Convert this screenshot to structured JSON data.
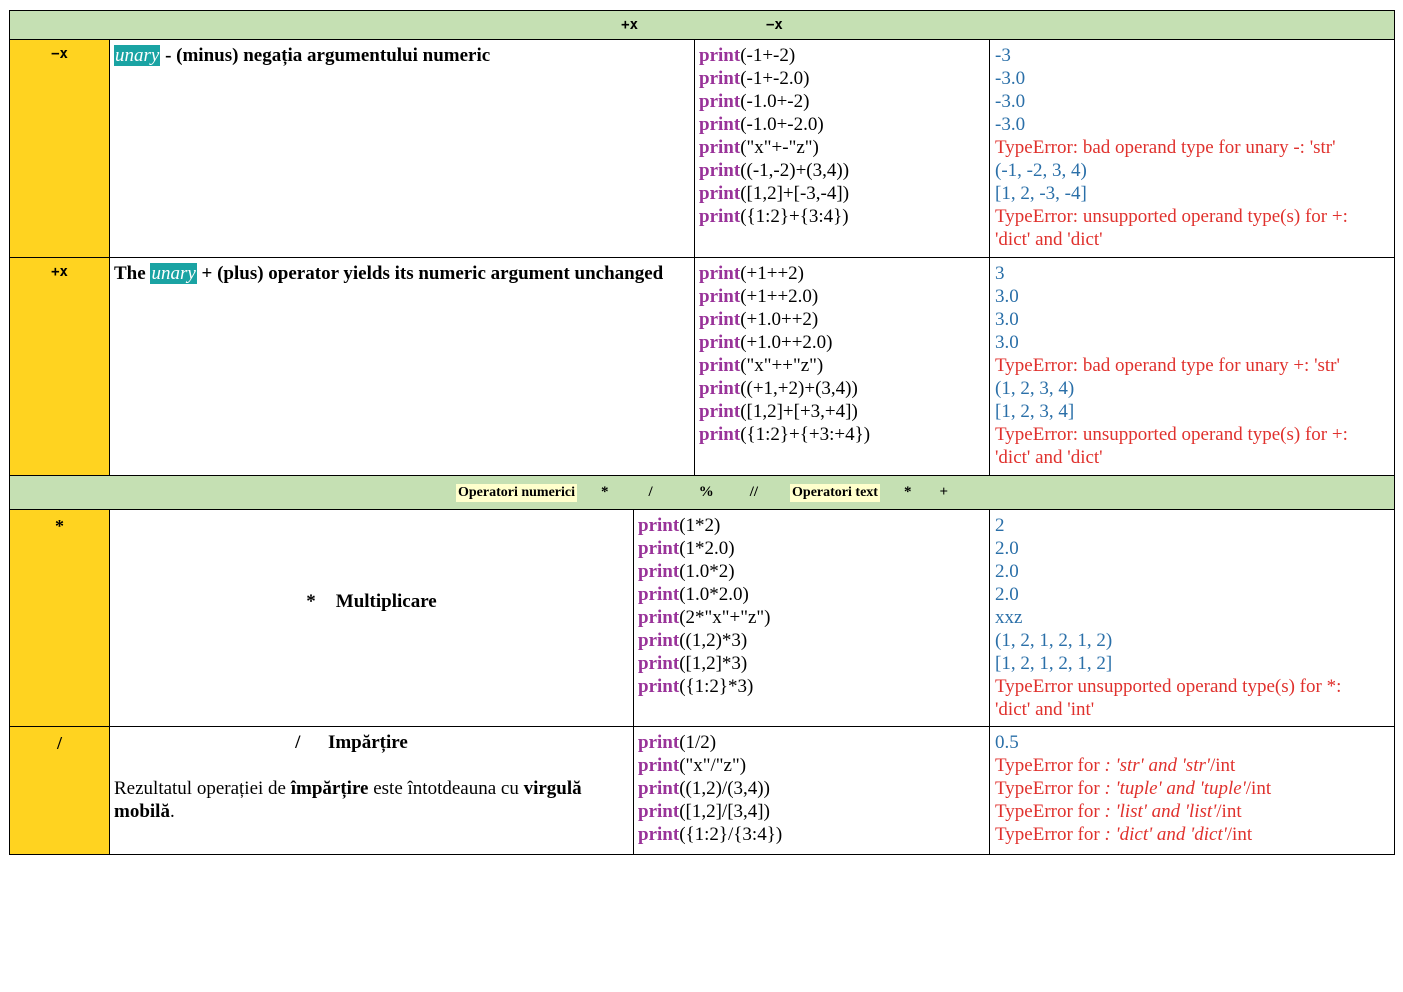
{
  "top_band": {
    "plus": "+x",
    "minus": "−x"
  },
  "rows1": [
    {
      "op": "−x",
      "desc": {
        "pre": "",
        "unary": "unary",
        "post": " - (minus) negația argumentului numeric"
      },
      "code": [
        {
          "kw": "print",
          "rest": "(-1+-2)"
        },
        {
          "kw": "print",
          "rest": "(-1+-2.0)"
        },
        {
          "kw": "print",
          "rest": "(-1.0+-2)"
        },
        {
          "kw": "print",
          "rest": "(-1.0+-2.0)"
        },
        {
          "kw": "print",
          "rest": "(\"x\"+-\"z\")"
        },
        {
          "kw": "print",
          "rest": "((-1,-2)+(3,4))"
        },
        {
          "kw": "print",
          "rest": "([1,2]+[-3,-4])"
        },
        {
          "kw": "print",
          "rest": "({1:2}+{3:4})"
        }
      ],
      "out": [
        {
          "t": "-3",
          "c": "blue"
        },
        {
          "t": "-3.0",
          "c": "blue"
        },
        {
          "t": "-3.0",
          "c": "blue"
        },
        {
          "t": "-3.0",
          "c": "blue"
        },
        {
          "t": "TypeError: bad operand type for unary -: 'str'",
          "c": "red"
        },
        {
          "t": "(-1, -2, 3, 4)",
          "c": "blue"
        },
        {
          "t": "[1, 2, -3, -4]",
          "c": "blue"
        },
        {
          "t": "TypeError: unsupported operand type(s) for +:",
          "c": "red"
        },
        {
          "t": "'dict' and 'dict'",
          "c": "red"
        }
      ]
    },
    {
      "op": "+x",
      "desc": {
        "pre": "The ",
        "unary": "unary",
        "post": " + (plus) operator yields its numeric argument unchanged"
      },
      "code": [
        {
          "kw": "print",
          "rest": "(+1++2)"
        },
        {
          "kw": "print",
          "rest": "(+1++2.0)"
        },
        {
          "kw": "print",
          "rest": "(+1.0++2)"
        },
        {
          "kw": "print",
          "rest": "(+1.0++2.0)"
        },
        {
          "kw": "print",
          "rest": "(\"x\"++\"z\")"
        },
        {
          "kw": "print",
          "rest": "((+1,+2)+(3,4))"
        },
        {
          "kw": "print",
          "rest": "([1,2]+[+3,+4])"
        },
        {
          "kw": "print",
          "rest": "({1:2}+{+3:+4})"
        }
      ],
      "out": [
        {
          "t": "3",
          "c": "blue"
        },
        {
          "t": "3.0",
          "c": "blue"
        },
        {
          "t": "3.0",
          "c": "blue"
        },
        {
          "t": "3.0",
          "c": "blue"
        },
        {
          "t": "TypeError: bad operand type for unary +: 'str'",
          "c": "red"
        },
        {
          "t": "(1, 2, 3, 4)",
          "c": "blue"
        },
        {
          "t": "[1, 2, 3, 4]",
          "c": "blue"
        },
        {
          "t": "TypeError: unsupported operand type(s) for +:",
          "c": "red"
        },
        {
          "t": "'dict' and 'dict'",
          "c": "red"
        }
      ]
    }
  ],
  "mid_band": {
    "label_numeric": "Operatori numerici",
    "ops_numeric": [
      "*",
      "/",
      "%",
      "//"
    ],
    "label_text": "Operatori text",
    "ops_text": [
      "*",
      "+"
    ]
  },
  "mult": {
    "op": "*",
    "title_sym": "*",
    "title": "Multiplicare",
    "code": [
      {
        "kw": "print",
        "rest": "(1*2)"
      },
      {
        "kw": "print",
        "rest": "(1*2.0)"
      },
      {
        "kw": "print",
        "rest": "(1.0*2)"
      },
      {
        "kw": "print",
        "rest": "(1.0*2.0)"
      },
      {
        "kw": "print",
        "rest": "(2*\"x\"+\"z\")"
      },
      {
        "kw": "print",
        "rest": "((1,2)*3)"
      },
      {
        "kw": "print",
        "rest": "([1,2]*3)"
      },
      {
        "kw": "print",
        "rest": "({1:2}*3)"
      }
    ],
    "out": [
      {
        "t": "2",
        "c": "blue"
      },
      {
        "t": "2.0",
        "c": "blue"
      },
      {
        "t": "2.0",
        "c": "blue"
      },
      {
        "t": "2.0",
        "c": "blue"
      },
      {
        "t": "xxz",
        "c": "blue"
      },
      {
        "t": "(1, 2, 1, 2, 1, 2)",
        "c": "blue"
      },
      {
        "t": "[1, 2, 1, 2, 1, 2]",
        "c": "blue"
      },
      {
        "t": "TypeError unsupported operand type(s) for *:",
        "c": "red"
      },
      {
        "t": "'dict' and 'int'",
        "c": "red"
      }
    ]
  },
  "div": {
    "op": "/",
    "title_sym": "/",
    "title": "Impărțire",
    "note_a": "Rezultatul operației de ",
    "note_b": "împărțire",
    "note_c": " este întotdeauna cu ",
    "note_d": "virgulă mobilă",
    "note_e": ".",
    "code": [
      {
        "kw": "print",
        "rest": "(1/2)"
      },
      {
        "kw": "print",
        "rest": "(\"x\"/\"z\")"
      },
      {
        "kw": "print",
        "rest": "((1,2)/(3,4))"
      },
      {
        "kw": "print",
        "rest": "([1,2]/[3,4])"
      },
      {
        "kw": "print",
        "rest": "({1:2}/{3:4})"
      }
    ],
    "out_first": "0.5",
    "out_errors": [
      {
        "pre": "TypeError for ",
        "it": ": 'str' and 'str'",
        "post": "/int"
      },
      {
        "pre": "TypeError for ",
        "it": ": 'tuple' and 'tuple'",
        "post": "/int"
      },
      {
        "pre": "TypeError for ",
        "it": ": 'list' and 'list'",
        "post": "/int"
      },
      {
        "pre": "TypeError for ",
        "it": ": 'dict' and 'dict'",
        "post": "/int"
      }
    ]
  }
}
